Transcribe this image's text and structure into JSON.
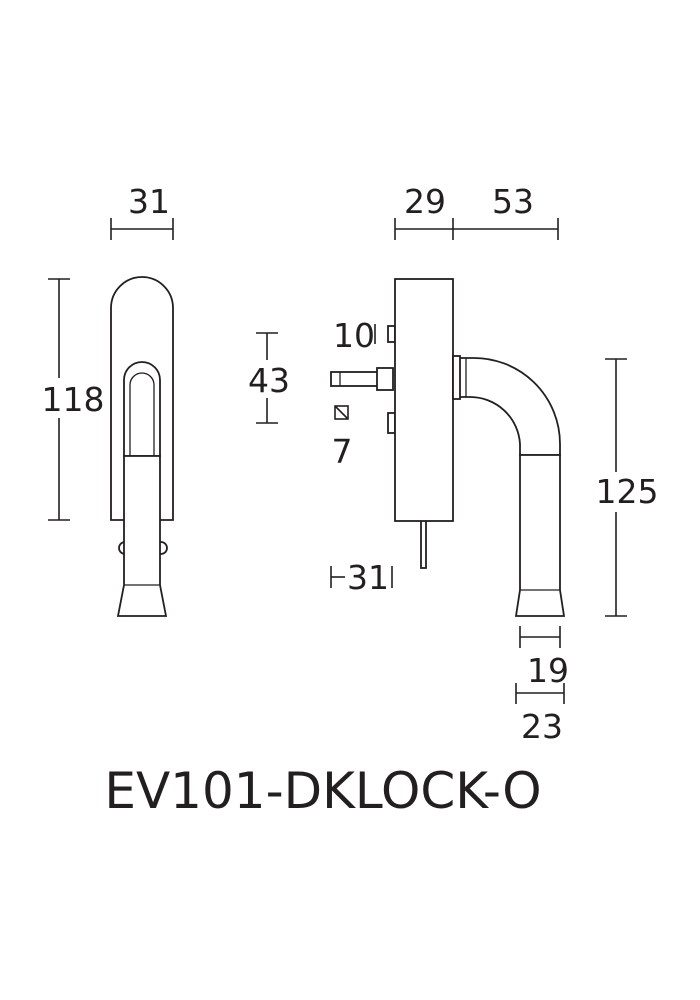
{
  "dimensions": {
    "front_width": "31",
    "front_height": "118",
    "side_depth": "29",
    "side_projection": "53",
    "spindle_offset": "10",
    "spindle_length": "43",
    "spindle_square": "7",
    "pin_offset": "31",
    "handle_height": "125",
    "grip_end_inner": "19",
    "grip_end_outer": "23"
  },
  "product_code": "EV101-DKLOCK-O"
}
